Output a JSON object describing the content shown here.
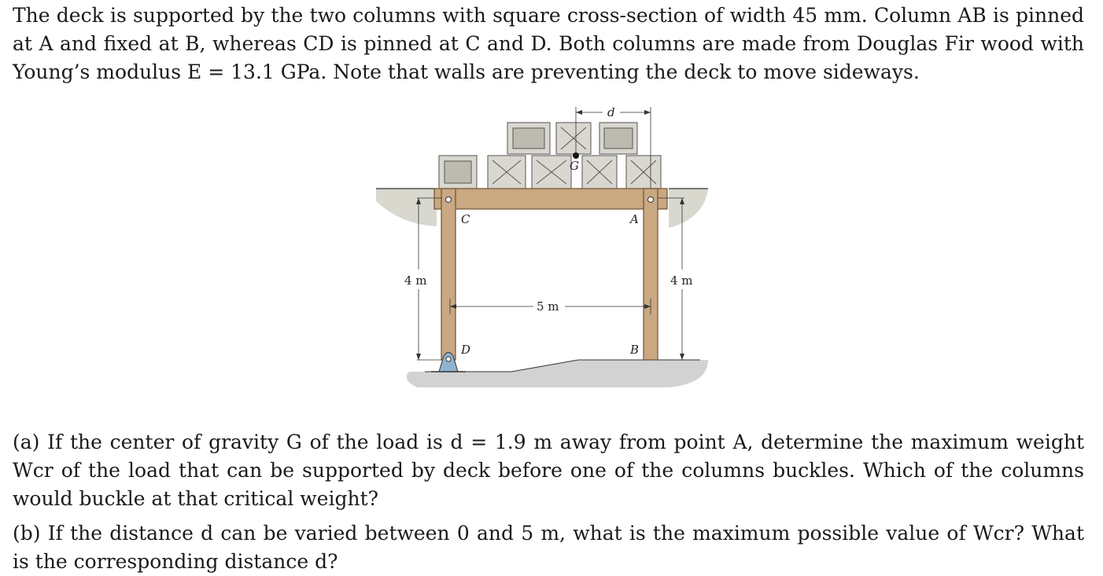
{
  "problem": {
    "intro": "The deck is supported by the two columns with square cross-section of width 45 mm. Column AB is pinned at A and fixed at B, whereas CD is pinned at C and D. Both columns are made from Douglas Fir wood with Young’s modulus E = 13.1 GPa. Note that walls are preventing the deck to move sideways.",
    "part_a": "(a) If the center of gravity G of the load is d = 1.9 m away from point A, determine the maximum weight Wcr of the load that can be supported by deck before one of the columns buckles. Which of the columns would buckle at that critical weight?",
    "part_b": "(b) If the distance d can be varied between 0 and 5 m, what is the maximum possible value of Wcr? What is the corresponding distance d?"
  },
  "figure": {
    "labels": {
      "d": "d",
      "G": "G",
      "C": "C",
      "A": "A",
      "D": "D",
      "B": "B",
      "left_height": "4 m",
      "right_height": "4 m",
      "span": "5 m"
    },
    "colors": {
      "wood": "#c9a882",
      "wood_dark": "#8a6a48",
      "ground": "#cfcfcf",
      "wall": "#d8d8cf",
      "support": "#8fb3cf",
      "crate": "#d9d7cf"
    }
  }
}
